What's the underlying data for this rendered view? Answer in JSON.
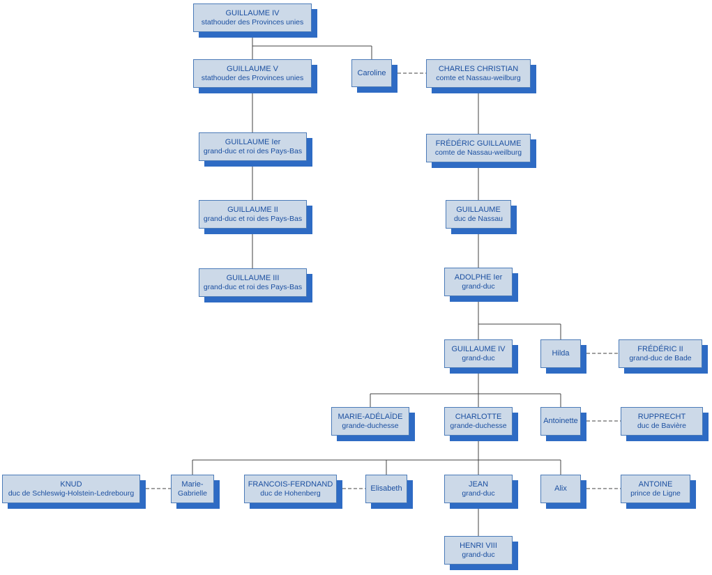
{
  "colors": {
    "box_fill": "#ccd9e8",
    "box_border": "#4a7ab8",
    "box_shadow": "#2e6bc4",
    "text_color": "#1b4fa0",
    "line_color": "#404040"
  },
  "nodes": {
    "guillaume_iv_stadhouder": {
      "line1": "GUILLAUME IV",
      "line2": "stathouder des Provinces unies"
    },
    "guillaume_v": {
      "line1": "GUILLAUME V",
      "line2": "stathouder des Provinces unies"
    },
    "caroline": {
      "line1": "Caroline"
    },
    "charles_christian": {
      "line1": "CHARLES CHRISTIAN",
      "line2": "comte et Nassau-weilburg"
    },
    "guillaume_ier": {
      "line1": "GUILLAUME Ier",
      "line2": "grand-duc et roi des Pays-Bas"
    },
    "frederic_guillaume": {
      "line1": "FRÉDÉRIC GUILLAUME",
      "line2": "comte de Nassau-weilburg"
    },
    "guillaume_ii": {
      "line1": "GUILLAUME II",
      "line2": "grand-duc et roi des Pays-Bas"
    },
    "guillaume_nassau": {
      "line1": "GUILLAUME",
      "line2": "duc de Nassau"
    },
    "guillaume_iii": {
      "line1": "GUILLAUME III",
      "line2": "grand-duc et roi des Pays-Bas"
    },
    "adolphe": {
      "line1": "ADOLPHE Ier",
      "line2": "grand-duc"
    },
    "guillaume_iv_gd": {
      "line1": "GUILLAUME IV",
      "line2": "grand-duc"
    },
    "hilda": {
      "line1": "Hilda"
    },
    "frederic_ii": {
      "line1": "FRÉDÉRIC II",
      "line2": "grand-duc de Bade"
    },
    "marie_adelaide": {
      "line1": "MARIE-ADÉLAÏDE",
      "line2": "grande-duchesse"
    },
    "charlotte": {
      "line1": "CHARLOTTE",
      "line2": "grande-duchesse"
    },
    "antoinette": {
      "line1": "Antoinette"
    },
    "rupprecht": {
      "line1": "RUPPRECHT",
      "line2": "duc de Bavière"
    },
    "knud": {
      "line1": "KNUD",
      "line2": "duc de Schleswig-Holstein-Ledrebourg"
    },
    "marie_gabrielle": {
      "line1": "Marie-",
      "line2": "Gabrielle"
    },
    "francois_ferdnand": {
      "line1": "FRANCOIS-FERDNAND",
      "line2": "duc de Hohenberg"
    },
    "elisabeth": {
      "line1": "Elisabeth"
    },
    "jean": {
      "line1": "JEAN",
      "line2": "grand-duc"
    },
    "alix": {
      "line1": "Alix"
    },
    "antoine": {
      "line1": "ANTOINE",
      "line2": "prince de Ligne"
    },
    "henri": {
      "line1": "HENRI VIII",
      "line2": "grand-duc"
    }
  },
  "relationships": {
    "marriages": [
      [
        "Caroline",
        "CHARLES CHRISTIAN"
      ],
      [
        "Hilda",
        "FRÉDÉRIC II"
      ],
      [
        "Antoinette",
        "RUPPRECHT"
      ],
      [
        "Marie-Gabrielle",
        "KNUD"
      ],
      [
        "Elisabeth",
        "FRANCOIS-FERDNAND"
      ],
      [
        "Alix",
        "ANTOINE"
      ]
    ],
    "descents": [
      {
        "parent": "GUILLAUME IV (stathouder)",
        "children": [
          "GUILLAUME V",
          "Caroline"
        ]
      },
      {
        "parent": "GUILLAUME V",
        "children": [
          "GUILLAUME Ier"
        ]
      },
      {
        "parent": "GUILLAUME Ier",
        "children": [
          "GUILLAUME II"
        ]
      },
      {
        "parent": "GUILLAUME II",
        "children": [
          "GUILLAUME III"
        ]
      },
      {
        "parent": "CHARLES CHRISTIAN",
        "children": [
          "FRÉDÉRIC GUILLAUME"
        ]
      },
      {
        "parent": "FRÉDÉRIC GUILLAUME",
        "children": [
          "GUILLAUME (duc de Nassau)"
        ]
      },
      {
        "parent": "GUILLAUME (duc de Nassau)",
        "children": [
          "ADOLPHE Ier"
        ]
      },
      {
        "parent": "ADOLPHE Ier",
        "children": [
          "GUILLAUME IV (grand-duc)",
          "Hilda"
        ]
      },
      {
        "parent": "GUILLAUME IV (grand-duc)",
        "children": [
          "MARIE-ADÉLAÏDE",
          "CHARLOTTE",
          "Antoinette"
        ]
      },
      {
        "parent": "CHARLOTTE",
        "children": [
          "Marie-Gabrielle",
          "Elisabeth",
          "JEAN",
          "Alix"
        ]
      },
      {
        "parent": "JEAN",
        "children": [
          "HENRI VIII"
        ]
      }
    ]
  }
}
